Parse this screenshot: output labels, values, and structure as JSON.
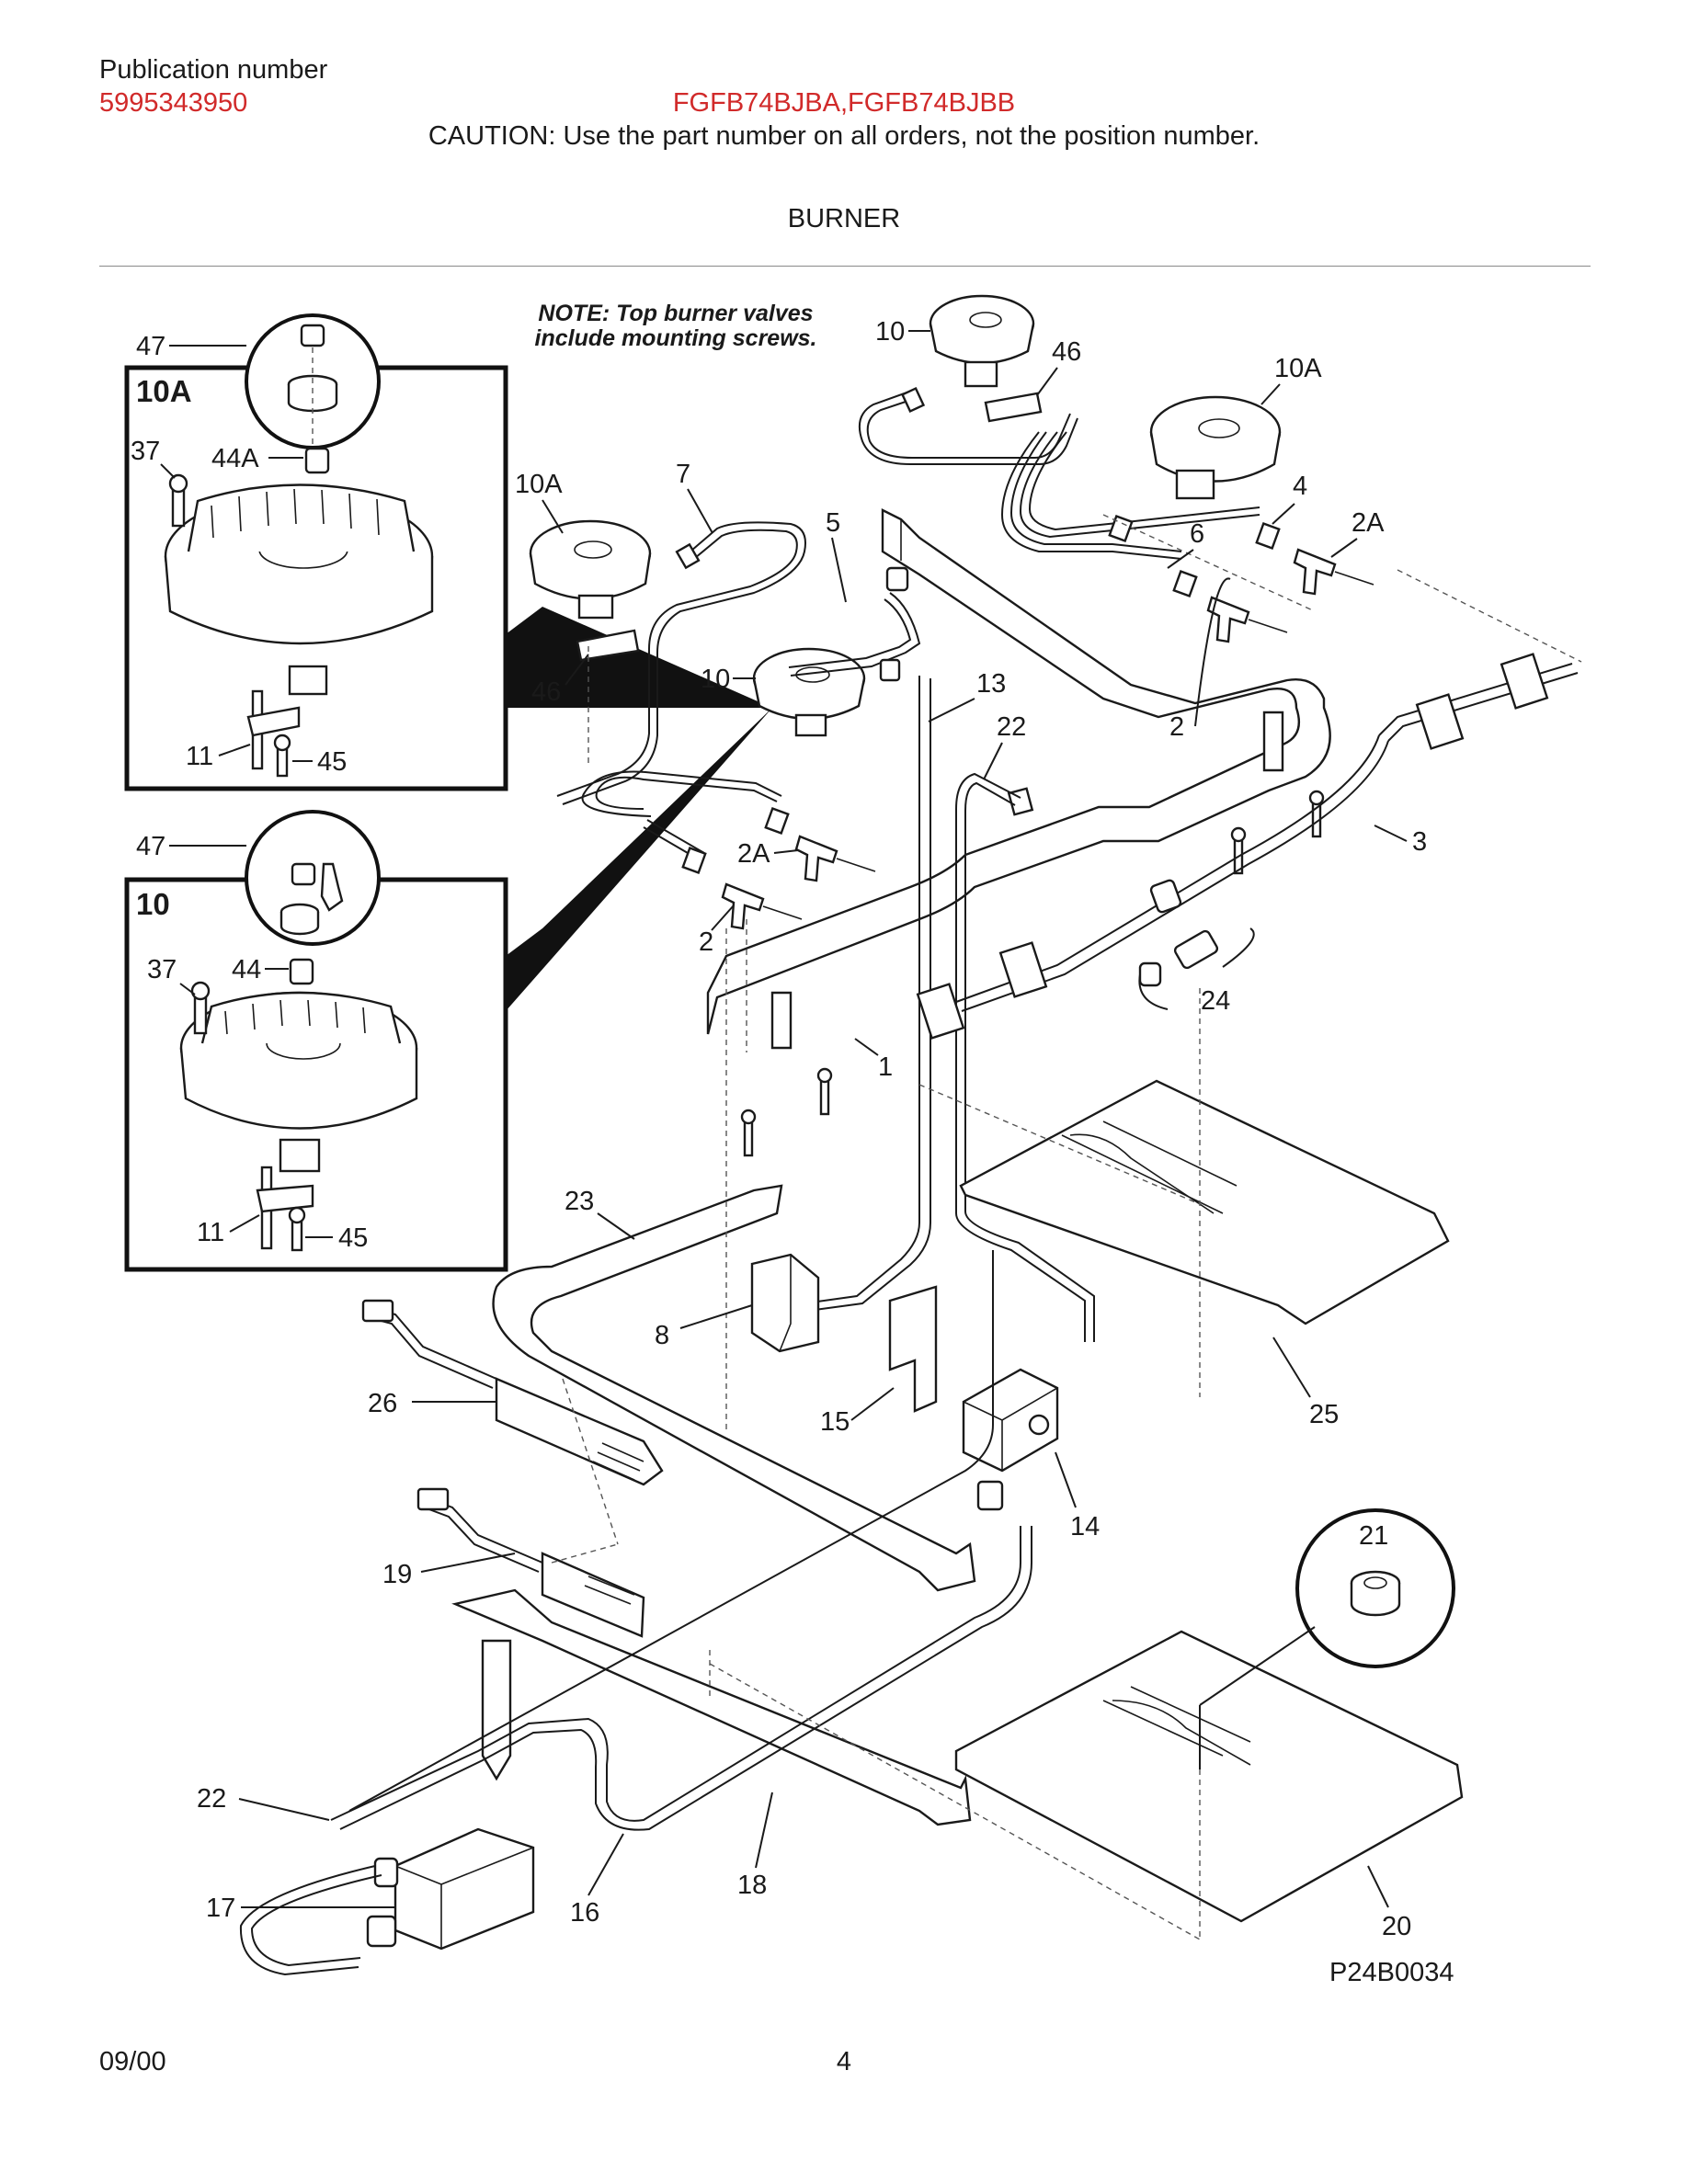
{
  "header": {
    "publication_label": "Publication number",
    "publication_number": "5995343950",
    "models": "FGFB74BJBA,FGFB74BJBB",
    "caution": "CAUTION:  Use the part number on all orders, not the position number.",
    "section_title": "BURNER"
  },
  "note": {
    "line1": "NOTE: Top burner valves",
    "line2": "include mounting screws."
  },
  "insets": {
    "top_box_title": "10A",
    "bottom_box_title": "10"
  },
  "callouts": {
    "c47a": "47",
    "c37a": "37",
    "c44Aa": "44A",
    "c11a": "11",
    "c45a": "45",
    "c47b": "47",
    "c37b": "37",
    "c44b": "44",
    "c11b": "11",
    "c45b": "45",
    "c10A_left": "10A",
    "c7": "7",
    "c5": "5",
    "c46_left": "46",
    "c10_mid": "10",
    "c2A_mid": "2A",
    "c2_mid": "2",
    "c1": "1",
    "c10_top": "10",
    "c46_top": "46",
    "c10A_top": "10A",
    "c4": "4",
    "c2A_right": "2A",
    "c6": "6",
    "c13": "13",
    "c22_top": "22",
    "c2_right": "2",
    "c3": "3",
    "c24": "24",
    "c23": "23",
    "c8": "8",
    "c26": "26",
    "c15": "15",
    "c14": "14",
    "c25": "25",
    "c21": "21",
    "c19": "19",
    "c22_bottom": "22",
    "c17": "17",
    "c16": "16",
    "c18": "18",
    "c20": "20"
  },
  "figure_id": "P24B0034",
  "footer": {
    "date": "09/00",
    "page": "4"
  }
}
